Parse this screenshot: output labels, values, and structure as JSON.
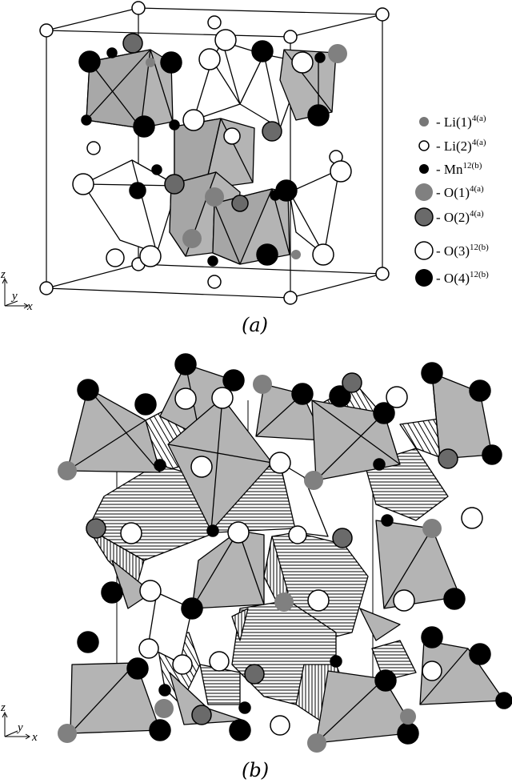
{
  "captions": {
    "a": "(a)",
    "b": "(b)"
  },
  "axes": {
    "z": "z",
    "y": "y",
    "x": "x"
  },
  "legend": [
    {
      "label": "- Li(1)",
      "sup": "4(a)",
      "color": "#777777",
      "kind": "small-gray"
    },
    {
      "label": "- Li(2)",
      "sup": "4(a)",
      "color": "#ffffff",
      "kind": "small-white"
    },
    {
      "label": "- Mn",
      "sup": "12(b)",
      "color": "#000000",
      "kind": "small-black"
    },
    {
      "label": "- O(1)",
      "sup": "4(a)",
      "color": "#808080",
      "kind": "large-gray"
    },
    {
      "label": "- O(2)",
      "sup": "4(a)",
      "color": "#6a6a6a",
      "kind": "large-gray-outlined"
    },
    {
      "label": "- O(3)",
      "sup": "12(b)",
      "color": "#ffffff",
      "kind": "large-white"
    },
    {
      "label": "- O(4)",
      "sup": "12(b)",
      "color": "#000000",
      "kind": "large-black"
    }
  ],
  "colors": {
    "polyhedron": "#b4b4b4",
    "polyhedron_dark": "#9a9a9a",
    "outline": "#000000"
  }
}
